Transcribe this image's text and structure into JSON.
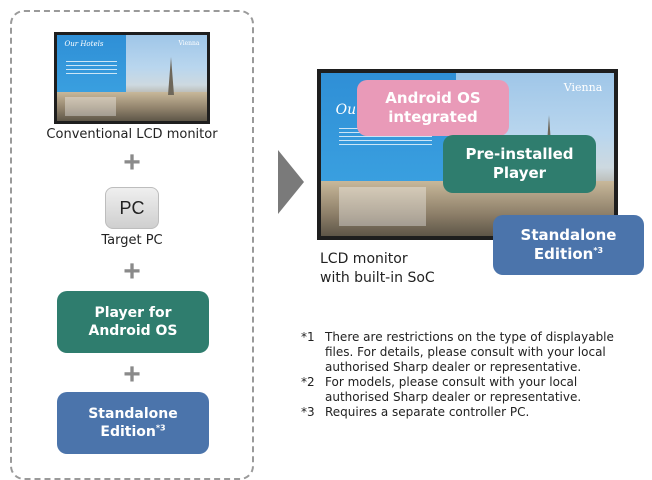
{
  "left_column": {
    "monitor_caption": "Conventional LCD monitor",
    "screen_title": "Our Hotels",
    "screen_city": "Vienna",
    "plus": "+",
    "pc_label": "PC",
    "pc_caption": "Target PC",
    "player_line1": "Player for",
    "player_line2": "Android OS",
    "standalone_line1": "Standalone",
    "standalone_line2": "Edition",
    "standalone_sup": "*3"
  },
  "right_column": {
    "screen_title": "Ou",
    "screen_city": "Vienna",
    "android_line1": "Android OS",
    "android_line2": "integrated",
    "preinstalled_line1": "Pre-installed",
    "preinstalled_line2": "Player",
    "standalone_line1": "Standalone",
    "standalone_line2": "Edition",
    "standalone_sup": "*3",
    "caption_line1": "LCD monitor",
    "caption_line2": "with built-in SoC"
  },
  "notes": [
    {
      "mark": "*1",
      "lines": [
        "There are restrictions on the type of displayable",
        "files. For details, please consult with your local",
        "authorised Sharp dealer or representative."
      ]
    },
    {
      "mark": "*2",
      "lines": [
        "For models, please consult with your local",
        "authorised Sharp dealer or representative."
      ]
    },
    {
      "mark": "*3",
      "lines": [
        "Requires a separate controller PC."
      ]
    }
  ],
  "colors": {
    "green": "#2f7d6e",
    "navy": "#4b74ab",
    "pink": "#e99ab8",
    "arrow": "#7a7a7a"
  }
}
